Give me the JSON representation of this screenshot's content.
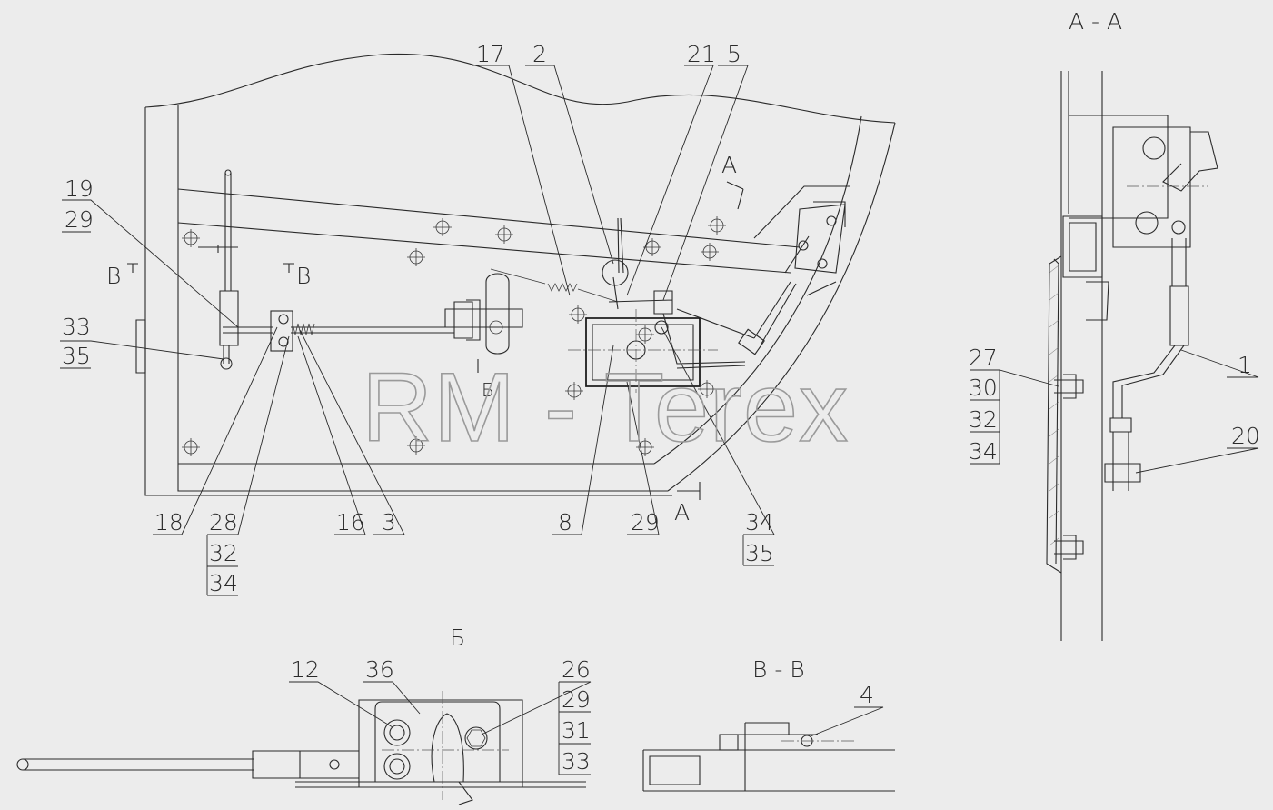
{
  "watermark": "RM - Terex",
  "section_labels": {
    "a_a": "А - А",
    "b": "Б",
    "v_v": "В - В",
    "cut_a_top": "А",
    "cut_a_bottom": "А",
    "cut_v_left": "В",
    "cut_v_right": "В",
    "cut_b": "Б"
  },
  "callouts": {
    "c17": "17",
    "c2": "2",
    "c21": "21",
    "c5": "5",
    "c19": "19",
    "c29a": "29",
    "c33": "33",
    "c35a": "35",
    "c18": "18",
    "c28": "28",
    "c32a": "32",
    "c34a": "34",
    "c16": "16",
    "c3": "3",
    "c8": "8",
    "c29b": "29",
    "c34b": "34",
    "c35b": "35",
    "c27": "27",
    "c30a": "30",
    "c32b": "32",
    "c34c": "34",
    "c1": "1",
    "c20": "20",
    "c12": "12",
    "c36": "36",
    "c26": "26",
    "c29c": "29",
    "c31": "31",
    "c33b": "33",
    "c4": "4"
  }
}
